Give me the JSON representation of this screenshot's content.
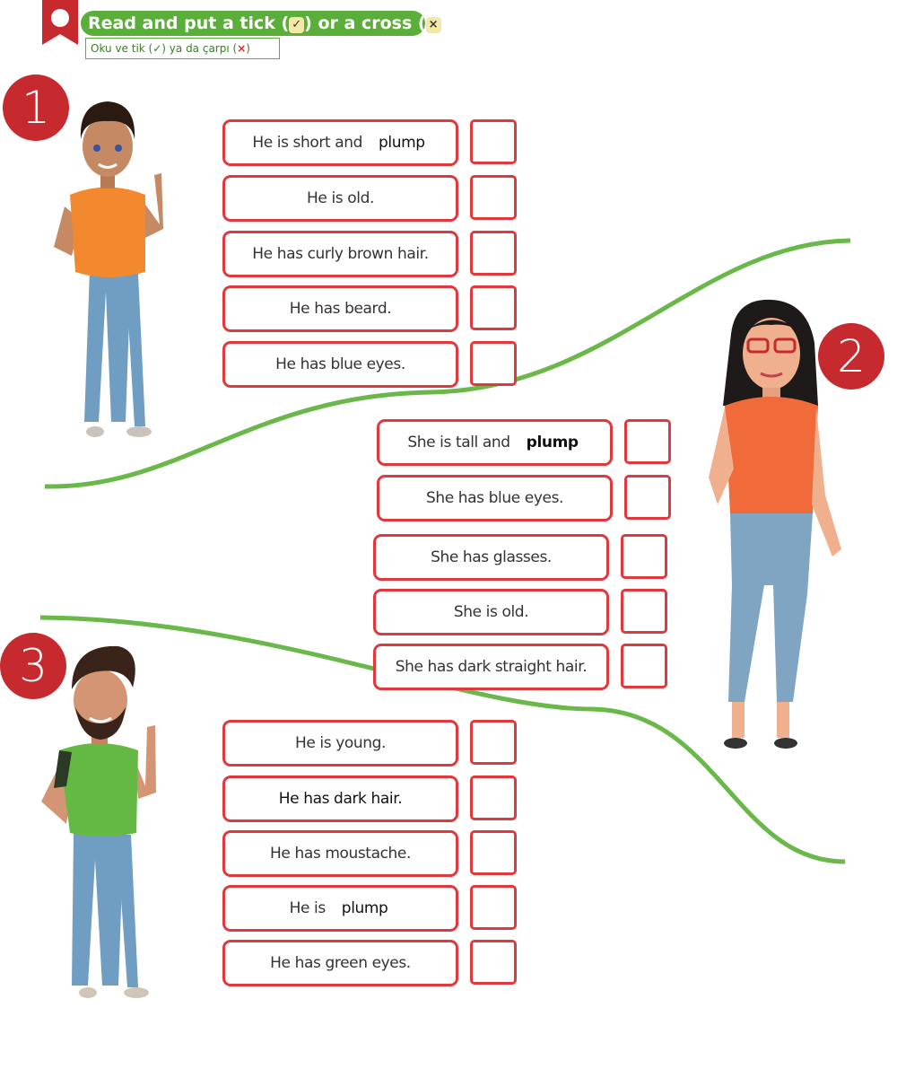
{
  "header": {
    "title": "Read and put a tick (✓) or a cross (×)",
    "title_prefix": "Read and put a tick (",
    "title_mid": ") or a cross (",
    "title_suffix": ")",
    "tick_symbol": "✓",
    "cross_symbol": "×",
    "subtitle_prefix": "Oku ve tik (",
    "subtitle_mid": ") ya da çarpı (",
    "subtitle_suffix": ")",
    "subtitle_tick": "✓",
    "subtitle_cross": "×"
  },
  "colors": {
    "green": "#5cae3a",
    "red": "#e0393d",
    "badge": "#c72a2e",
    "divider": "#6ab84a"
  },
  "groups": [
    {
      "number": "1",
      "sentences": [
        {
          "text": "He is short and",
          "answer": "plump"
        },
        {
          "text": "He is old."
        },
        {
          "text": "He has curly brown hair."
        },
        {
          "text": "He has beard."
        },
        {
          "text": "He has blue eyes."
        }
      ]
    },
    {
      "number": "2",
      "sentences": [
        {
          "text": "She is tall and",
          "answer": "plump"
        },
        {
          "text": "She has blue eyes."
        },
        {
          "text": "She has glasses."
        },
        {
          "text": "She is old."
        },
        {
          "text": "She has dark straight hair."
        }
      ]
    },
    {
      "number": "3",
      "sentences": [
        {
          "text": "He is young."
        },
        {
          "text": "He has dark hair."
        },
        {
          "text": "He has moustache."
        },
        {
          "text": "He is",
          "answer": "plump"
        },
        {
          "text": "He has green eyes."
        }
      ]
    }
  ]
}
